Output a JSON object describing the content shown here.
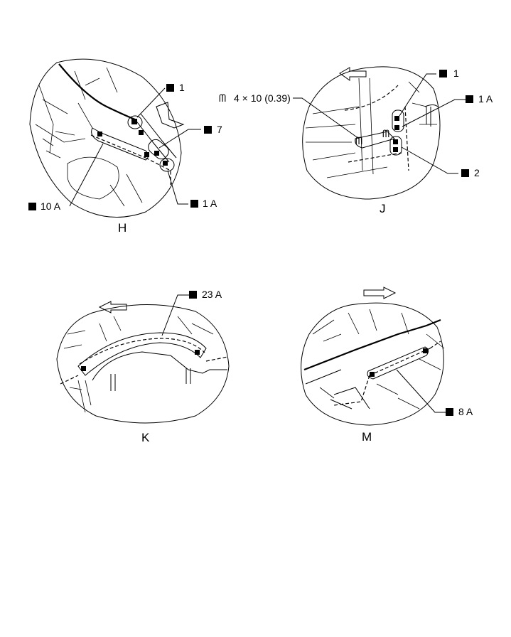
{
  "views": [
    {
      "id": "H",
      "label": "H",
      "callouts": [
        "1",
        "7",
        "10 A",
        "1 A"
      ]
    },
    {
      "id": "J",
      "label": "J",
      "callouts": [
        "1",
        "1 A",
        "2"
      ],
      "fastener": "4 × 10 (0.39)"
    },
    {
      "id": "K",
      "label": "K",
      "callouts": [
        "23 A"
      ]
    },
    {
      "id": "M",
      "label": "M",
      "callouts": [
        "8 A"
      ]
    }
  ]
}
